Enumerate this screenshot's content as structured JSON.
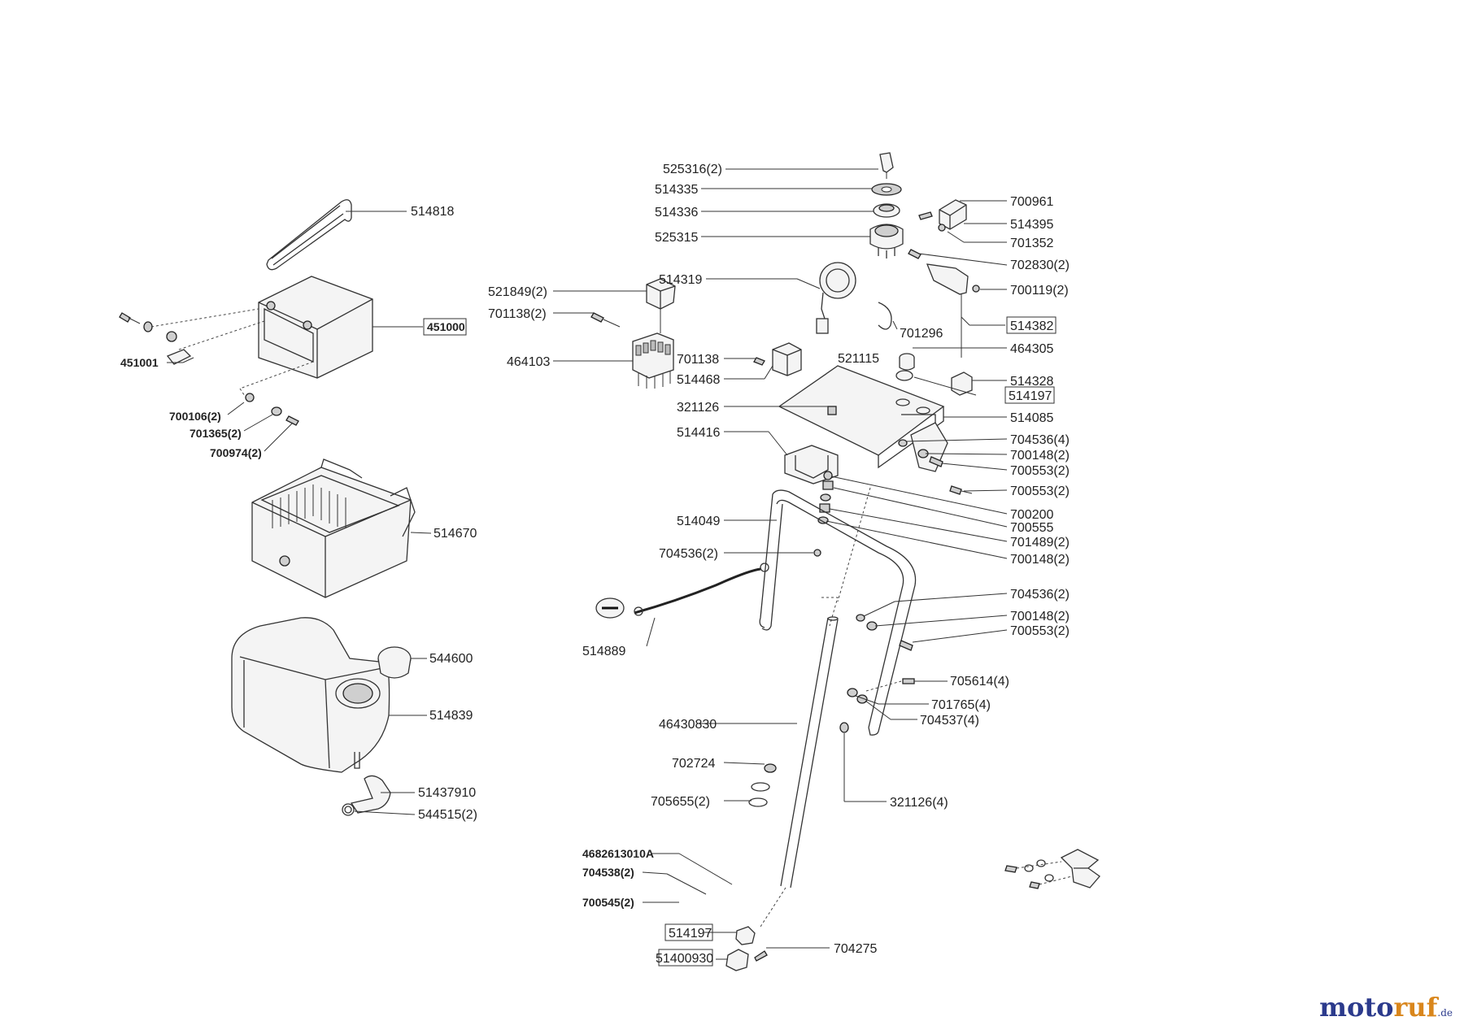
{
  "diagram": {
    "labels": [
      {
        "text": "514818",
        "bold": false,
        "boxed": false
      },
      {
        "text": "451000",
        "bold": true,
        "boxed": true
      },
      {
        "text": "451001",
        "bold": true,
        "boxed": false
      },
      {
        "text": "700106(2)",
        "bold": true,
        "boxed": false
      },
      {
        "text": "701365(2)",
        "bold": true,
        "boxed": false
      },
      {
        "text": "700974(2)",
        "bold": true,
        "boxed": false
      },
      {
        "text": "514670",
        "bold": false,
        "boxed": false
      },
      {
        "text": "544600",
        "bold": false,
        "boxed": false
      },
      {
        "text": "514839",
        "bold": false,
        "boxed": false
      },
      {
        "text": "51437910",
        "bold": false,
        "boxed": false
      },
      {
        "text": "544515(2)",
        "bold": false,
        "boxed": false
      },
      {
        "text": "525316(2)",
        "bold": false,
        "boxed": false
      },
      {
        "text": "514335",
        "bold": false,
        "boxed": false
      },
      {
        "text": "514336",
        "bold": false,
        "boxed": false
      },
      {
        "text": "525315",
        "bold": false,
        "boxed": false
      },
      {
        "text": "521849(2)",
        "bold": false,
        "boxed": false
      },
      {
        "text": "514319",
        "bold": false,
        "boxed": false
      },
      {
        "text": "701138(2)",
        "bold": false,
        "boxed": false
      },
      {
        "text": "464103",
        "bold": false,
        "boxed": false
      },
      {
        "text": "701138",
        "bold": false,
        "boxed": false
      },
      {
        "text": "514468",
        "bold": false,
        "boxed": false
      },
      {
        "text": "321126",
        "bold": false,
        "boxed": false
      },
      {
        "text": "514416",
        "bold": false,
        "boxed": false
      },
      {
        "text": "514049",
        "bold": false,
        "boxed": false
      },
      {
        "text": "704536(2)",
        "bold": false,
        "boxed": false
      },
      {
        "text": "514889",
        "bold": false,
        "boxed": false
      },
      {
        "text": "46430830",
        "bold": false,
        "boxed": false
      },
      {
        "text": "702724",
        "bold": false,
        "boxed": false
      },
      {
        "text": "705655(2)",
        "bold": false,
        "boxed": false
      },
      {
        "text": "4682613010A",
        "bold": true,
        "boxed": false
      },
      {
        "text": "704538(2)",
        "bold": true,
        "boxed": false
      },
      {
        "text": "700545(2)",
        "bold": true,
        "boxed": false
      },
      {
        "text": "514197",
        "bold": false,
        "boxed": true
      },
      {
        "text": "51400930",
        "bold": false,
        "boxed": true
      },
      {
        "text": "704275",
        "bold": false,
        "boxed": false
      },
      {
        "text": "700961",
        "bold": false,
        "boxed": false
      },
      {
        "text": "514395",
        "bold": false,
        "boxed": false
      },
      {
        "text": "701352",
        "bold": false,
        "boxed": false
      },
      {
        "text": "702830(2)",
        "bold": false,
        "boxed": false
      },
      {
        "text": "700119(2)",
        "bold": false,
        "boxed": false
      },
      {
        "text": "514382",
        "bold": false,
        "boxed": true
      },
      {
        "text": "701296",
        "bold": false,
        "boxed": false
      },
      {
        "text": "521115",
        "bold": false,
        "boxed": false
      },
      {
        "text": "464305",
        "bold": false,
        "boxed": false
      },
      {
        "text": "514328",
        "bold": false,
        "boxed": false
      },
      {
        "text": "514197",
        "bold": false,
        "boxed": true
      },
      {
        "text": "514085",
        "bold": false,
        "boxed": false
      },
      {
        "text": "704536(4)",
        "bold": false,
        "boxed": false
      },
      {
        "text": "700148(2)",
        "bold": false,
        "boxed": false
      },
      {
        "text": "700553(2)",
        "bold": false,
        "boxed": false
      },
      {
        "text": "700553(2)",
        "bold": false,
        "boxed": false
      },
      {
        "text": "700200",
        "bold": false,
        "boxed": false
      },
      {
        "text": "700555",
        "bold": false,
        "boxed": false
      },
      {
        "text": "701489(2)",
        "bold": false,
        "boxed": false
      },
      {
        "text": "700148(2)",
        "bold": false,
        "boxed": false
      },
      {
        "text": "704536(2)",
        "bold": false,
        "boxed": false
      },
      {
        "text": "700148(2)",
        "bold": false,
        "boxed": false
      },
      {
        "text": "700553(2)",
        "bold": false,
        "boxed": false
      },
      {
        "text": "705614(4)",
        "bold": false,
        "boxed": false
      },
      {
        "text": "701765(4)",
        "bold": false,
        "boxed": false
      },
      {
        "text": "704537(4)",
        "bold": false,
        "boxed": false
      },
      {
        "text": "321126(4)",
        "bold": false,
        "boxed": false
      }
    ]
  },
  "logo": {
    "part1": "moto",
    "part2": "ruf",
    "part3": ".de"
  }
}
